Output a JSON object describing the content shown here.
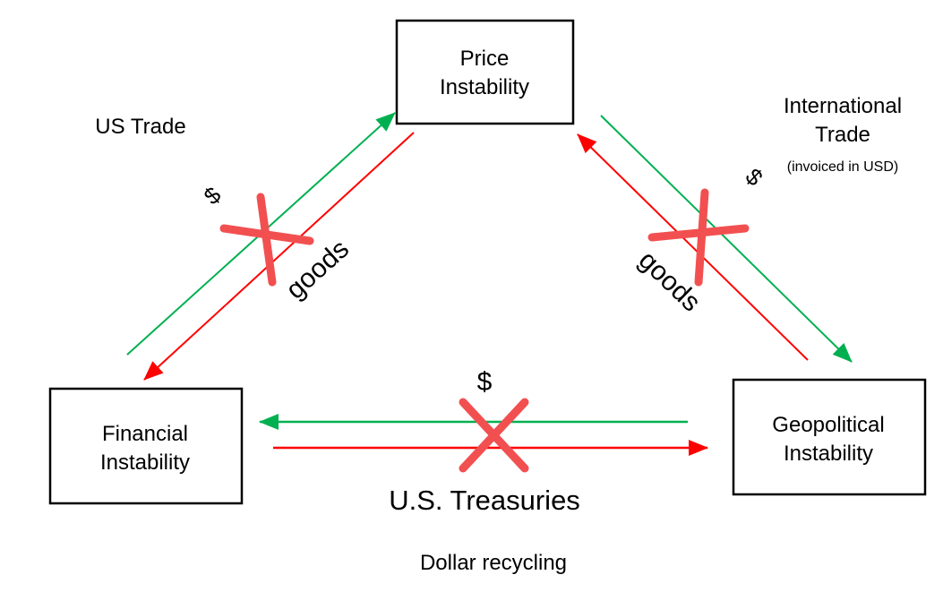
{
  "nodes": {
    "price": {
      "line1": "Price",
      "line2": "Instability"
    },
    "financial": {
      "line1": "Financial",
      "line2": "Instability"
    },
    "geopolitical": {
      "line1": "Geopolitical",
      "line2": "Instability"
    }
  },
  "left_edge": {
    "title": "US Trade",
    "money_symbol": "$",
    "flow_label": "goods"
  },
  "right_edge": {
    "title_line1": "International",
    "title_line2": "Trade",
    "subtitle": "(invoiced in USD)",
    "money_symbol": "$",
    "flow_label": "goods"
  },
  "bottom_edge": {
    "money_symbol": "$",
    "flow_label": "U.S. Treasuries",
    "caption": "Dollar recycling"
  },
  "colors": {
    "money_flow": "#00b050",
    "goods_flow": "#ff0000",
    "cross_mark": "#f25050"
  }
}
